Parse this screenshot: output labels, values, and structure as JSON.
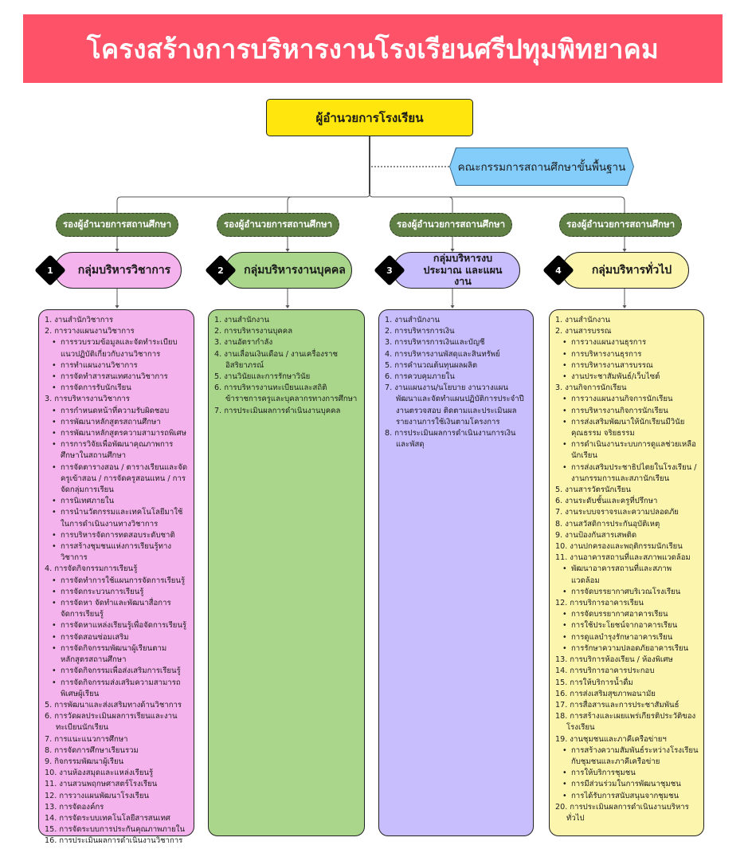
{
  "title": "โครงสร้างการบริหารงานโรงเรียนศรีปทุมพิทยาคม",
  "director": "ผู้อำนวยการโรงเรียน",
  "committee": "คณะกรรมการสถานศึกษาขั้นพื้นฐาน",
  "colors": {
    "banner": "#fe5268",
    "director": "#ffe60c",
    "committee": "#84cdfb",
    "deputy": "#5f7f44",
    "group1": "#f4b3ec",
    "group2": "#a9d68a",
    "group3": "#c8bdfd",
    "group4": "#fbf5ae"
  },
  "columns": [
    {
      "deputy": "รองผู้อำนวยการสถานศึกษา",
      "number": "1",
      "group": "กลุ่มบริหารวิชาการ",
      "items": [
        {
          "type": "num",
          "text": "1. งานสำนักวิชาการ"
        },
        {
          "type": "num",
          "text": "2. การวางแผนงานวิชาการ"
        },
        {
          "type": "sub",
          "text": "การรวบรวมข้อมูลและจัดทำระเบียบแนวปฏิบัติเกี่ยวกับงานวิชาการ"
        },
        {
          "type": "sub",
          "text": "การทำแผนงานวิชาการ"
        },
        {
          "type": "sub",
          "text": "การจัดทำสารสนเทศงานวิชาการ"
        },
        {
          "type": "sub",
          "text": "การจัดการรับนักเรียน"
        },
        {
          "type": "num",
          "text": "3. การบริหารงานวิชาการ"
        },
        {
          "type": "sub",
          "text": "การกำหนดหน้าที่ความรับผิดชอบ"
        },
        {
          "type": "sub",
          "text": "การพัฒนาหลักสูตรสถานศึกษา"
        },
        {
          "type": "sub",
          "text": "การพัฒนาหลักสูตรความสามารถพิเศษ"
        },
        {
          "type": "sub",
          "text": "การการวิจัยเพื่อพัฒนาคุณภาพการศึกษาในสถานศึกษา"
        },
        {
          "type": "sub",
          "text": "การจัดตารางสอน / ตารางเรียนและจัดครูเข้าสอน / การจัดครูสอนแทน / การจัดกลุ่มการเรียน"
        },
        {
          "type": "sub",
          "text": "การนิเทศภายใน"
        },
        {
          "type": "sub",
          "text": "การนำนวัตกรรมและเทคโนโลยีมาใช้ในการดำเนินงานทางวิชาการ"
        },
        {
          "type": "sub",
          "text": "การบริหารจัดการทดสอบระดับชาติ"
        },
        {
          "type": "sub",
          "text": "การสร้างชุมชนแห่งการเรียนรู้ทางวิชาการ"
        },
        {
          "type": "num",
          "text": "4. การจัดกิจกรรมการเรียนรู้"
        },
        {
          "type": "sub",
          "text": "การจัดทำการใช้แผนการจัดการเรียนรู้"
        },
        {
          "type": "sub",
          "text": "การจัดกระบวนการเรียนรู้"
        },
        {
          "type": "sub",
          "text": "การจัดหา จัดทำและพัฒนาสื่อการจัดการเรียนรู้"
        },
        {
          "type": "sub",
          "text": "การจัดหาแหล่งเรียนรู้เพื่อจัดการเรียนรู้"
        },
        {
          "type": "sub",
          "text": "การจัดสอนซ่อมเสริม"
        },
        {
          "type": "sub",
          "text": "การจัดกิจกรรมพัฒนาผู้เรียนตามหลักสูตรสถานศึกษา"
        },
        {
          "type": "sub",
          "text": "การจัดกิจกรรมเพื่อส่งเสริมการเรียนรู้"
        },
        {
          "type": "sub",
          "text": "การจัดกิจกรรมส่งเสริมความสามารถพิเศษผู้เรียน"
        },
        {
          "type": "num",
          "text": "5. การพัฒนาและส่งเสริมทางด้านวิชาการ"
        },
        {
          "type": "num",
          "text": "6. การวัดผลประเมินผลการเรียนและงานทะเบียนนักเรียน"
        },
        {
          "type": "num",
          "text": "7. การแนะแนวการศึกษา"
        },
        {
          "type": "num",
          "text": "8. การจัดการศึกษาเรียนรวม"
        },
        {
          "type": "num",
          "text": "9. กิจกรรมพัฒนาผู้เรียน"
        },
        {
          "type": "num",
          "text": "10. งานห้องสมุดและแหล่งเรียนรู้"
        },
        {
          "type": "num",
          "text": "11. งานสวนพฤกษศาสตร์โรงเรียน"
        },
        {
          "type": "num",
          "text": "12. การวางแผนพัฒนาโรงเรียน"
        },
        {
          "type": "num",
          "text": "13. การจัดองค์กร"
        },
        {
          "type": "num",
          "text": "14. การจัดระบบเทคโนโลยีสารสนเทศ"
        },
        {
          "type": "num",
          "text": "15. การจัดระบบการประกันคุณภาพภายใน"
        },
        {
          "type": "num",
          "text": "16. การประเมินผลการดำเนินงานวิชาการ"
        }
      ]
    },
    {
      "deputy": "รองผู้อำนวยการสถานศึกษา",
      "number": "2",
      "group": "กลุ่มบริหารงานบุคคล",
      "items": [
        {
          "type": "num",
          "text": "1. งานสำนักงาน"
        },
        {
          "type": "num",
          "text": "2. การบริหารงานบุคคล"
        },
        {
          "type": "num",
          "text": "3. งานอัตรากำลัง"
        },
        {
          "type": "num",
          "text": "4. งานเลื่อนเงินเดือน / งานเครื่องราชอิสริยาภรณ์"
        },
        {
          "type": "num",
          "text": "5. งานวินัยและการรักษาวินัย"
        },
        {
          "type": "num",
          "text": "6. การบริหารงานทะเบียนและสถิติข้าราชการครูและบุคลากรทางการศึกษา"
        },
        {
          "type": "num",
          "text": "7. การประเมินผลการดำเนินงานบุคคล"
        }
      ]
    },
    {
      "deputy": "รองผู้อำนวยการสถานศึกษา",
      "number": "3",
      "group": "กลุ่มบริหารงบประมาณ และแผนงาน",
      "items": [
        {
          "type": "num",
          "text": "1. งานสำนักงาน"
        },
        {
          "type": "num",
          "text": "2. การบริหารการเงิน"
        },
        {
          "type": "num",
          "text": "3. การบริหารการเงินและบัญชี"
        },
        {
          "type": "num",
          "text": "4. การบริหารงานพัสดุและสินทรัพย์"
        },
        {
          "type": "num",
          "text": "5. การคำนวณต้นทุนผลผลิต"
        },
        {
          "type": "num",
          "text": "6. การควบคุมภายใน"
        },
        {
          "type": "num",
          "text": "7. งานแผนงาน/นโยบาย งานวางแผนพัฒนาและจัดทำแผนปฏิบัติการประจำปี งานตรวจสอบ ติดตามและประเมินผลรายงานการใช้เงินตามโครงการ"
        },
        {
          "type": "num",
          "text": "8. การประเมินผลการดำเนินงานการเงินและพัสดุ"
        }
      ]
    },
    {
      "deputy": "รองผู้อำนวยการสถานศึกษา",
      "number": "4",
      "group": "กลุ่มบริหารทั่วไป",
      "items": [
        {
          "type": "num",
          "text": "1. งานสำนักงาน"
        },
        {
          "type": "num",
          "text": "2. งานสารบรรณ"
        },
        {
          "type": "sub",
          "text": "การวางแผนงานธุรการ"
        },
        {
          "type": "sub",
          "text": "การบริหารงานธุรการ"
        },
        {
          "type": "sub",
          "text": "การบริหารงานสารบรรณ"
        },
        {
          "type": "sub",
          "text": "งานประชาสัมพันธ์/เว็บไซต์"
        },
        {
          "type": "num",
          "text": "3. งานกิจการนักเรียน"
        },
        {
          "type": "sub",
          "text": "การวางแผนงานกิจการนักเรียน"
        },
        {
          "type": "sub",
          "text": "การบริหารงานกิจการนักเรียน"
        },
        {
          "type": "sub",
          "text": "การส่งเสริมพัฒนาให้นักเรียนมีวินัย คุณธรรม จริยธรรม"
        },
        {
          "type": "sub",
          "text": "การดำเนินงานระบบการดูแลช่วยเหลือนักเรียน"
        },
        {
          "type": "sub",
          "text": "การส่งเสริมประชาธิปไตยในโรงเรียน / งานกรรมการและสภานักเรียน"
        },
        {
          "type": "num",
          "text": "5. งานสารวัตรนักเรียน"
        },
        {
          "type": "num",
          "text": "6. งานระดับชั้นและครูที่ปรึกษา"
        },
        {
          "type": "num",
          "text": "7. งานระบบจราจรและความปลอดภัย"
        },
        {
          "type": "num",
          "text": "8. งานสวัสดิการประกันอุบัติเหตุ"
        },
        {
          "type": "num",
          "text": "9. งานป้องกันสารเสพติด"
        },
        {
          "type": "num",
          "text": "10. งานปกครองและพฤติกรรมนักเรียน"
        },
        {
          "type": "num",
          "text": "11. งานอาคารสถานที่และสภาพแวดล้อม"
        },
        {
          "type": "sub",
          "text": "พัฒนาอาคารสถานที่และสภาพแวดล้อม"
        },
        {
          "type": "sub",
          "text": "การจัดบรรยากาศบริเวณโรงเรียน"
        },
        {
          "type": "num",
          "text": "12. การบริการอาคารเรียน"
        },
        {
          "type": "sub",
          "text": "การจัดบรรยากาศอาคารเรียน"
        },
        {
          "type": "sub",
          "text": "การใช้ประโยชน์จากอาคารเรียน"
        },
        {
          "type": "sub",
          "text": "การดูแลบำรุงรักษาอาคารเรียน"
        },
        {
          "type": "sub",
          "text": "การรักษาความปลอดภัยอาคารเรียน"
        },
        {
          "type": "num",
          "text": "13. การบริการห้องเรียน / ห้องพิเศษ"
        },
        {
          "type": "num",
          "text": "14. การบริการอาคารประกอบ"
        },
        {
          "type": "num",
          "text": "15. การให้บริการน้ำดื่ม"
        },
        {
          "type": "num",
          "text": "16. การส่งเสริมสุขภาพอนามัย"
        },
        {
          "type": "num",
          "text": "17. การสื่อสารและการประชาสัมพันธ์"
        },
        {
          "type": "num",
          "text": "18. การสร้างและเผยแพร่เกียรติประวัติของโรงเรียน"
        },
        {
          "type": "num",
          "text": "19. งานชุมชนและภาคีเครือข่ายฯ"
        },
        {
          "type": "sub",
          "text": "การสร้างความสัมพันธ์ระหว่างโรงเรียนกับชุมชนและภาคีเครือข่าย"
        },
        {
          "type": "sub",
          "text": "การให้บริการชุมชน"
        },
        {
          "type": "sub",
          "text": "การมีส่วนร่วมในการพัฒนาชุมชน"
        },
        {
          "type": "sub",
          "text": "การได้รับการสนับสนุนจากชุมชน"
        },
        {
          "type": "num",
          "text": "20. การประเมินผลการดำเนินงานบริหารทั่วไป"
        }
      ]
    }
  ]
}
